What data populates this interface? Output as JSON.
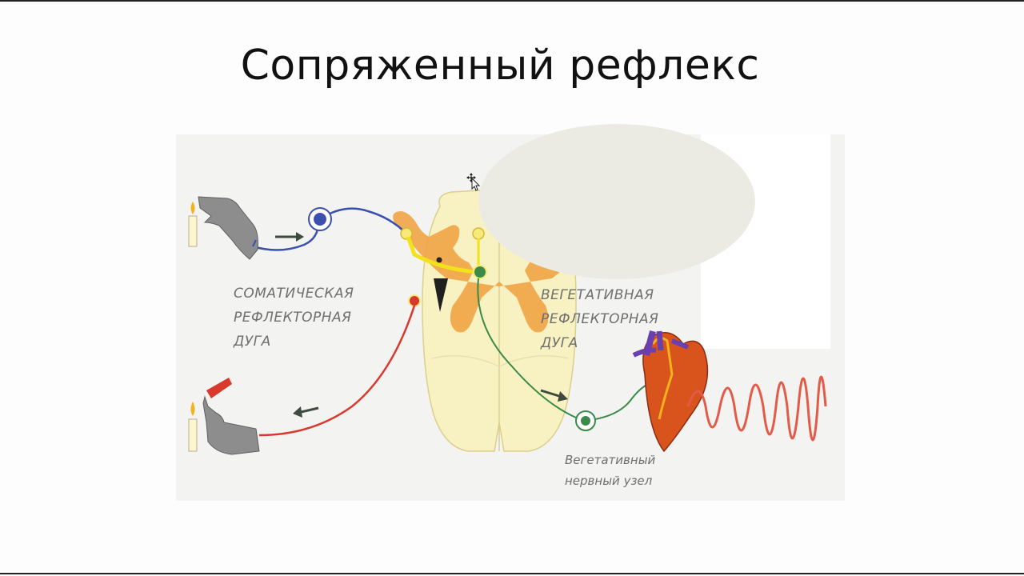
{
  "slide": {
    "title": "Сопряженный рефлекс"
  },
  "diagram": {
    "somatic_label": [
      "СОМАТИЧЕСКАЯ",
      "РЕФЛЕКТОРНАЯ",
      "ДУГА"
    ],
    "vegetative_label": [
      "ВЕГЕТАТИВНАЯ",
      "РЕФЛЕКТОРНАЯ",
      "ДУГА"
    ],
    "ganglion_label": [
      "Вегетативный",
      "нервный узел"
    ],
    "colors": {
      "sensory_neuron": "#3b4fb0",
      "motor_neuron": "#d8392c",
      "vegetative_neuron": "#3a8a4a",
      "interneuron": "#f2e21c",
      "gray_matter": "#f0a445",
      "white_matter": "#f8f1c2"
    },
    "icons": [
      "candle-icon",
      "hand-icon",
      "heart-icon",
      "wave-icon",
      "arrow-icon"
    ]
  }
}
